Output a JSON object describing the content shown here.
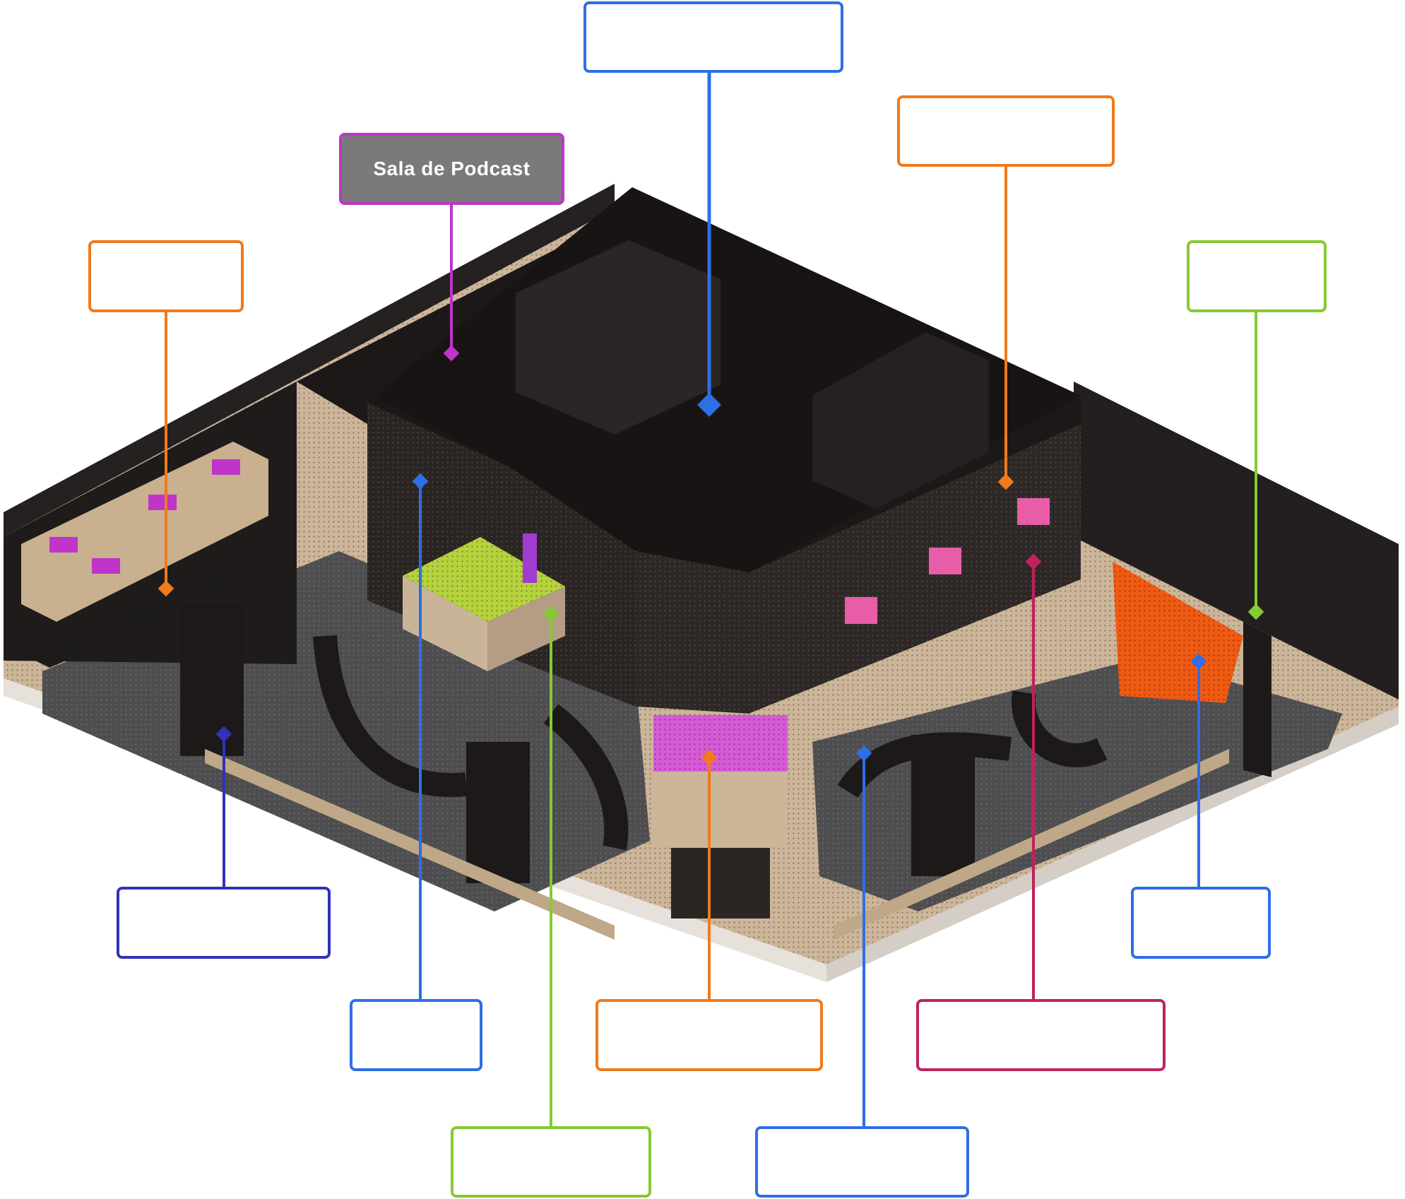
{
  "colors": {
    "orange": "#f07a1c",
    "blue": "#2e6ee6",
    "indigo": "#2f33b8",
    "green": "#86c933",
    "magenta": "#c034c9",
    "crimson": "#c0215f",
    "active_fill": "#7a7a7a",
    "floor": "#cdb59a",
    "carpet": "#5a5a5a",
    "wall": "#201c1b",
    "pod_green": "#b6d23c",
    "pod_orange": "#f05a12",
    "pink_window": "#e85da8",
    "magenta_light": "#d65ad8"
  },
  "callouts": [
    {
      "id": "sala-de-podcast",
      "label": "Sala de Podcast",
      "active": true,
      "color": "magenta"
    },
    {
      "id": "top-center",
      "label": "",
      "active": false,
      "color": "blue"
    },
    {
      "id": "top-right",
      "label": "",
      "active": false,
      "color": "orange"
    },
    {
      "id": "left",
      "label": "",
      "active": false,
      "color": "orange"
    },
    {
      "id": "far-right",
      "label": "",
      "active": false,
      "color": "green"
    },
    {
      "id": "bottom-left",
      "label": "",
      "active": false,
      "color": "indigo"
    },
    {
      "id": "bottom-right",
      "label": "",
      "active": false,
      "color": "blue"
    },
    {
      "id": "lower-1",
      "label": "",
      "active": false,
      "color": "blue"
    },
    {
      "id": "lower-2",
      "label": "",
      "active": false,
      "color": "orange"
    },
    {
      "id": "lower-3",
      "label": "",
      "active": false,
      "color": "crimson"
    },
    {
      "id": "bottom-1",
      "label": "",
      "active": false,
      "color": "green"
    },
    {
      "id": "bottom-2",
      "label": "",
      "active": false,
      "color": "blue"
    }
  ]
}
